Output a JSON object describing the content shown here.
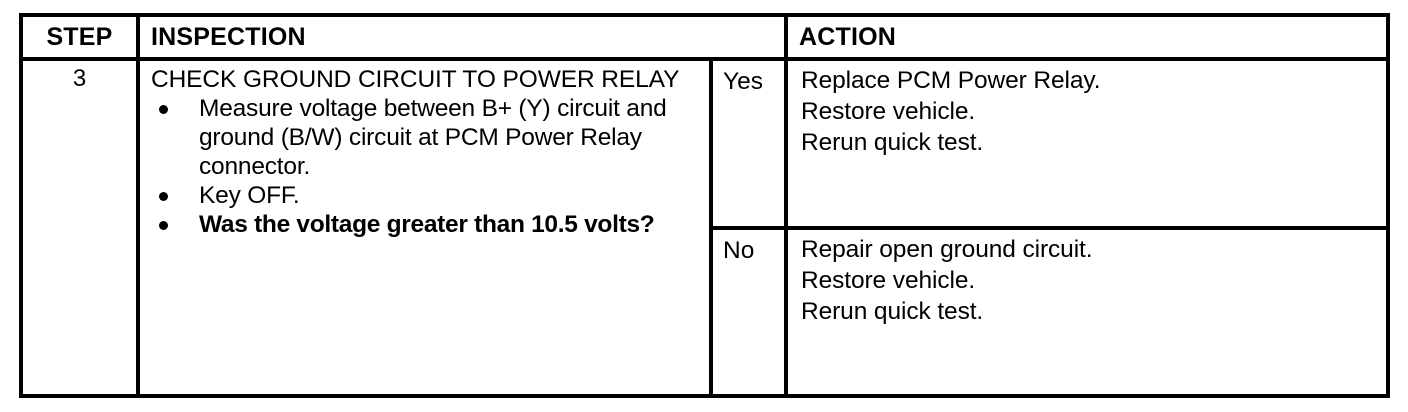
{
  "table": {
    "headers": {
      "step": "STEP",
      "inspection": "INSPECTION",
      "branch": "",
      "action": "ACTION"
    },
    "colors": {
      "border": "#000000",
      "text": "#000000",
      "background": "#ffffff"
    },
    "row": {
      "step_number": "3",
      "inspection": {
        "title": "CHECK GROUND CIRCUIT TO POWER RELAY",
        "bullets": [
          {
            "text": "Measure voltage between B+ (Y) circuit and ground (B/W) circuit at PCM Power Relay connector.",
            "bold": false
          },
          {
            "text": "Key OFF.",
            "bold": false
          },
          {
            "text": "Was the voltage greater than 10.5 volts?",
            "bold": true
          }
        ]
      },
      "branches": [
        {
          "label": "Yes",
          "actions": [
            "Replace PCM Power Relay.",
            "Restore vehicle.",
            "Rerun quick test."
          ]
        },
        {
          "label": "No",
          "actions": [
            "Repair open ground circuit.",
            "Restore vehicle.",
            "Rerun quick test."
          ]
        }
      ]
    }
  }
}
